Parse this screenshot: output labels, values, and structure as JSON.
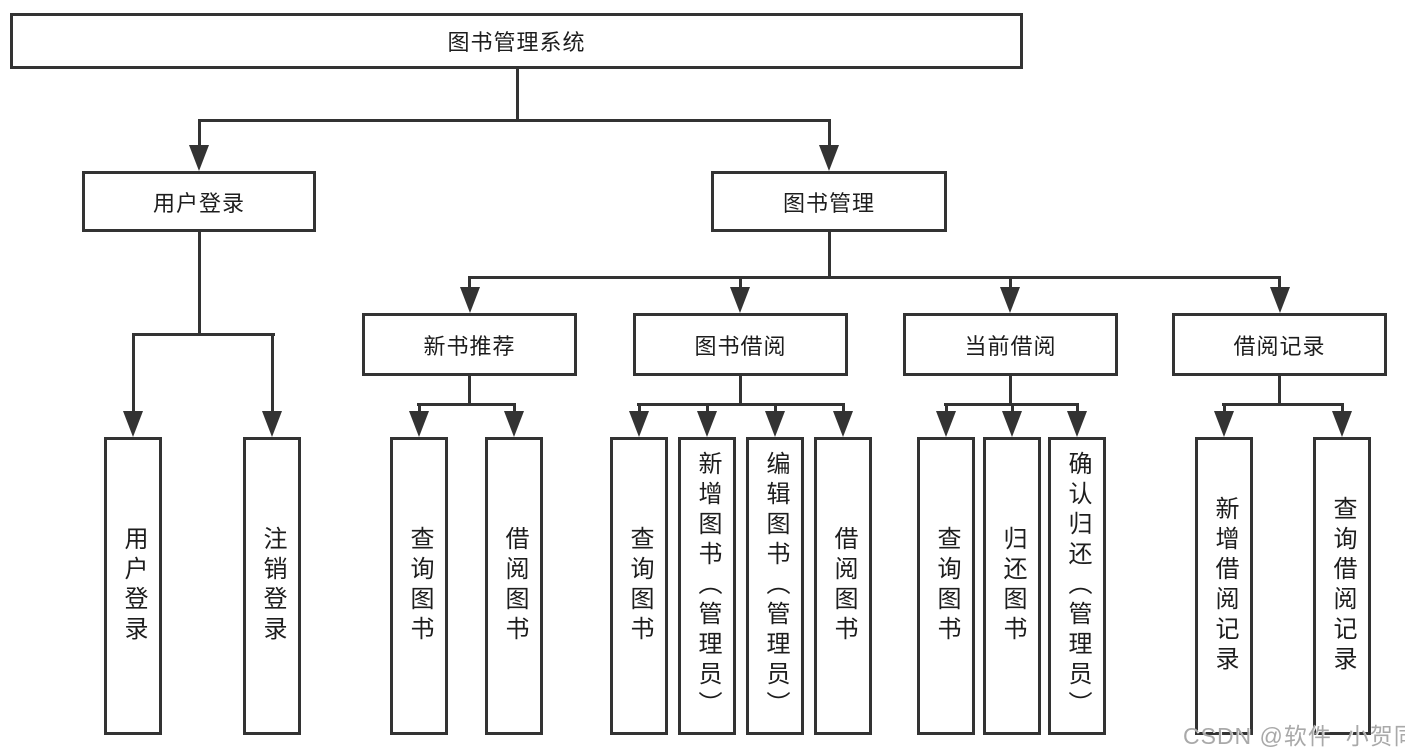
{
  "diagram": {
    "root": {
      "label": "图书管理系统"
    },
    "branches": [
      {
        "label": "用户登录",
        "children": [
          {
            "label": "用户登录"
          },
          {
            "label": "注销登录"
          }
        ]
      },
      {
        "label": "图书管理",
        "children": [
          {
            "label": "新书推荐",
            "children": [
              {
                "label": "查询图书"
              },
              {
                "label": "借阅图书"
              }
            ]
          },
          {
            "label": "图书借阅",
            "children": [
              {
                "label": "查询图书"
              },
              {
                "label": "新增图书（管理员）"
              },
              {
                "label": "编辑图书（管理员）"
              },
              {
                "label": "借阅图书"
              }
            ]
          },
          {
            "label": "当前借阅",
            "children": [
              {
                "label": "查询图书"
              },
              {
                "label": "归还图书"
              },
              {
                "label": "确认归还（管理员）"
              }
            ]
          },
          {
            "label": "借阅记录",
            "children": [
              {
                "label": "新增借阅记录"
              },
              {
                "label": "查询借阅记录"
              }
            ]
          }
        ]
      }
    ]
  },
  "watermark": {
    "text": "CSDN @软件_小贺同学"
  },
  "colors": {
    "line": "#333333",
    "text": "#1d1d1d",
    "watermark": "#a9a9a9",
    "background": "#ffffff"
  }
}
